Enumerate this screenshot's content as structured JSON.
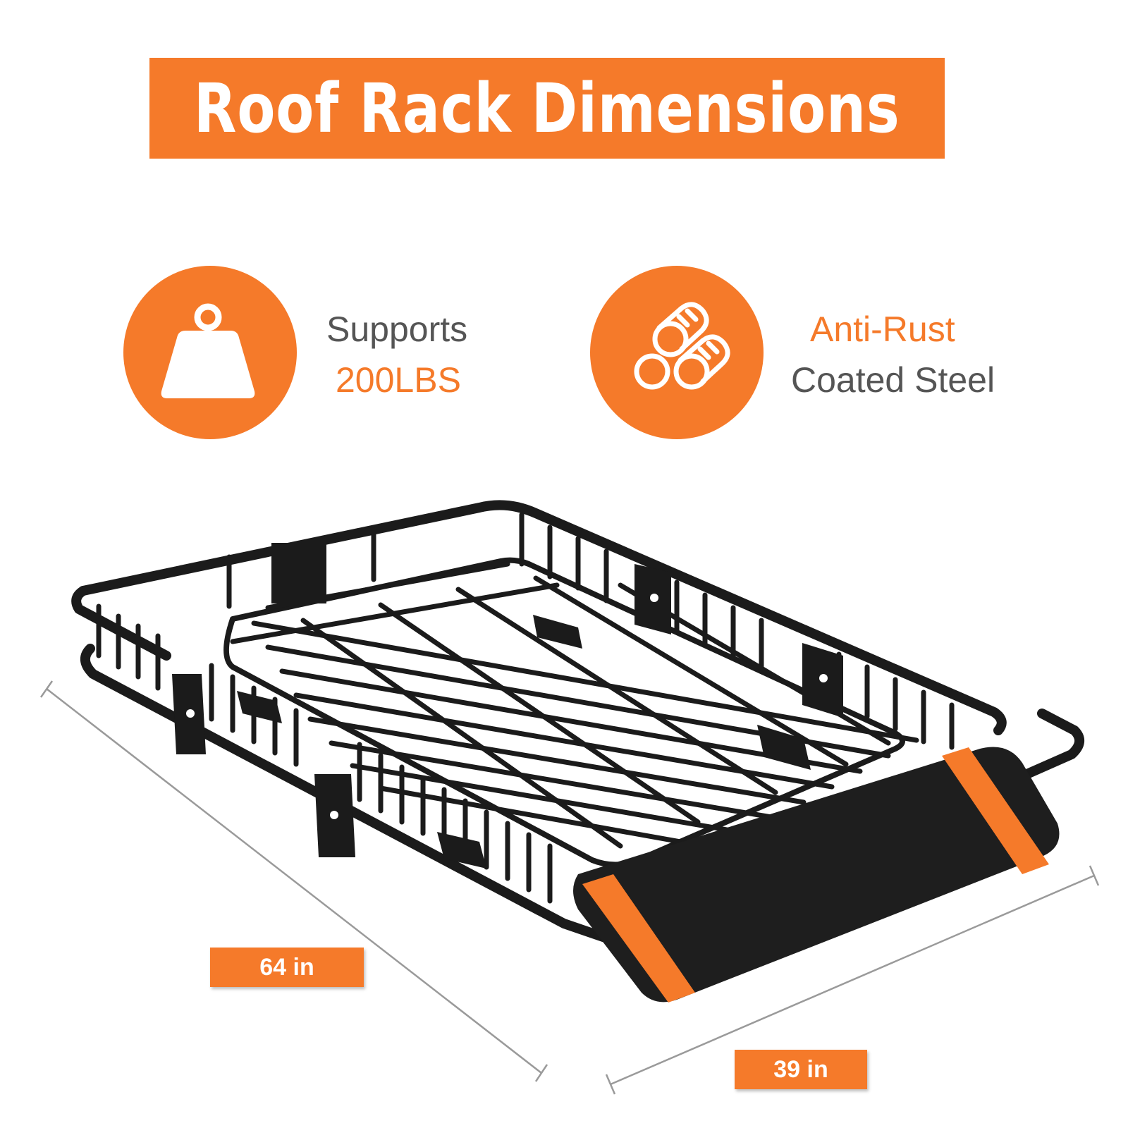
{
  "colors": {
    "accent": "#F57A2A",
    "text_gray": "#555555",
    "rack": "#1b1b1b",
    "dim_line": "#9a9a9a"
  },
  "title": "Roof Rack Dimensions",
  "features": [
    {
      "icon": "weight-icon",
      "line1": "Supports",
      "line2": "200LBS"
    },
    {
      "icon": "steel-tubes-icon",
      "line1": "Anti-Rust",
      "line2": "Coated Steel"
    }
  ],
  "dimensions": {
    "length": "64 in",
    "width": "39 in"
  }
}
